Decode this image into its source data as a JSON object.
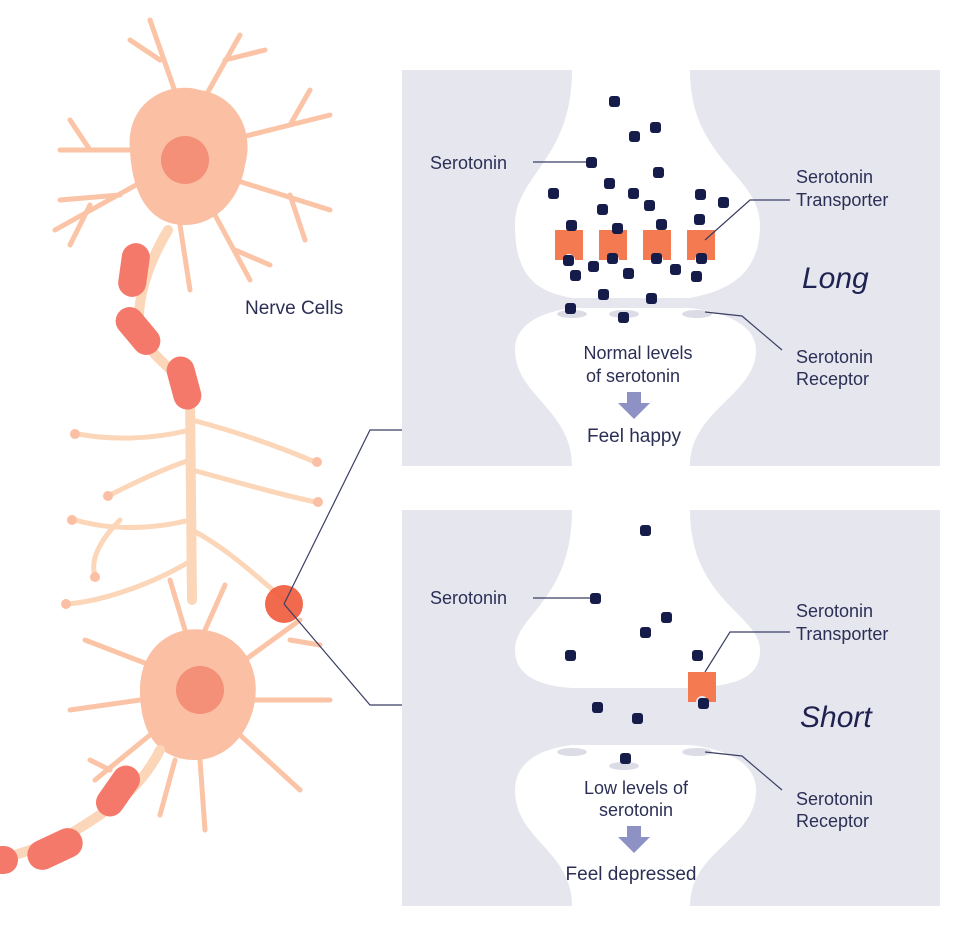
{
  "colors": {
    "panel": "#e6e6ee",
    "cleft": "#ffffff",
    "vesicle": "#151c4a",
    "transporter": "#f47a52",
    "arrow": "#8e91c4",
    "label": "#2c2f55",
    "leader": "#3a3f63",
    "neuron_body": "#fbbfa3",
    "neuron_nucleus": "#f48f78",
    "myelin": "#f5796a",
    "axon": "#fcd6b8",
    "synapse_dot": "#f15a3b"
  },
  "neuron": {
    "label": "Nerve Cells"
  },
  "panels": [
    {
      "id": "long",
      "title": "Long",
      "serotonin_label": "Serotonin",
      "transporter_label_line1": "Serotonin",
      "transporter_label_line2": "Transporter",
      "receptor_label_line1": "Serotonin",
      "receptor_label_line2": "Receptor",
      "level_text_line1": "Normal levels",
      "level_text_line2": "of serotonin",
      "outcome_text": "Feel happy"
    },
    {
      "id": "short",
      "title": "Short",
      "serotonin_label": "Serotonin",
      "transporter_label_line1": "Serotonin",
      "transporter_label_line2": "Transporter",
      "receptor_label_line1": "Serotonin",
      "receptor_label_line2": "Receptor",
      "level_text_line1": "Low levels of",
      "level_text_line2": "serotonin",
      "outcome_text": "Feel depressed"
    }
  ]
}
